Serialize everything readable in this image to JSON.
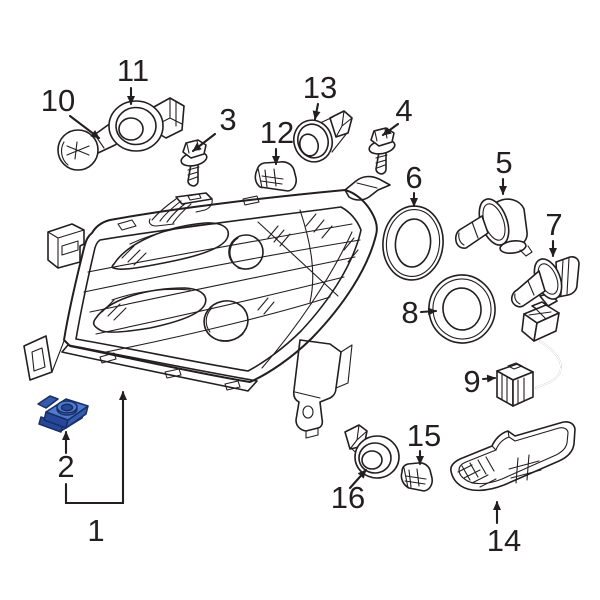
{
  "diagram": {
    "background_color": "#ffffff",
    "line_color": "#231f20",
    "highlight_fill": "#4d7bcd",
    "highlight_shade": "#355cab",
    "highlight_shade_dark": "#27489a",
    "highlight_outline": "#1a2e66"
  },
  "callouts": [
    {
      "label": "1"
    },
    {
      "label": "2"
    },
    {
      "label": "3"
    },
    {
      "label": "4"
    },
    {
      "label": "5"
    },
    {
      "label": "6"
    },
    {
      "label": "7"
    },
    {
      "label": "8"
    },
    {
      "label": "9"
    },
    {
      "label": "10"
    },
    {
      "label": "11"
    },
    {
      "label": "12"
    },
    {
      "label": "13"
    },
    {
      "label": "14"
    },
    {
      "label": "15"
    },
    {
      "label": "16"
    }
  ]
}
